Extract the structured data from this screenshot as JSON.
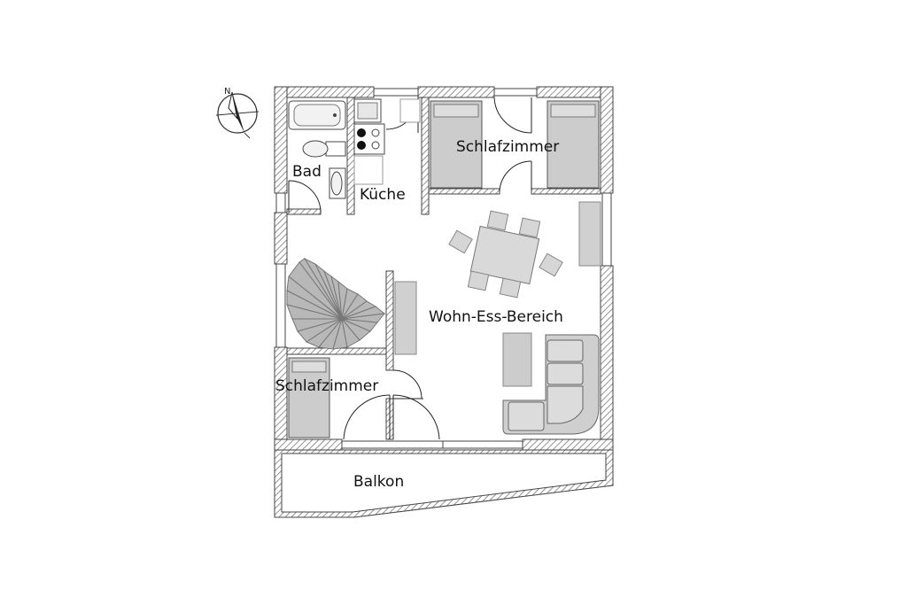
{
  "compass": {
    "north": "N"
  },
  "rooms": {
    "bad": "Bad",
    "kueche": "Küche",
    "schlafzimmer_1": "Schlafzimmer",
    "wohn_ess": "Wohn-Ess-Bereich",
    "schlafzimmer_2": "Schlafzimmer",
    "balkon": "Balkon"
  },
  "colors": {
    "wall": "#555555",
    "furniture": "#cccccc",
    "furniture_dark": "#aaaaaa",
    "line": "#222222"
  }
}
